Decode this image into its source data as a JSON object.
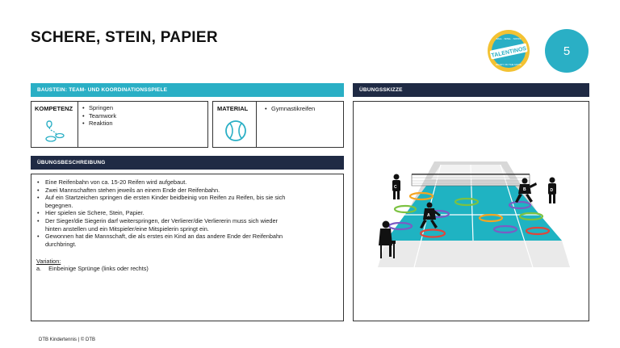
{
  "header": {
    "title": "SCHERE, STEIN, PAPIER",
    "page_number": "5",
    "logo_text": "TALENTINOS",
    "logo_tagline_top": "BALL · SPIEL · SPASS",
    "logo_tagline_bottom": "READY ON THE MOVE"
  },
  "baustein_bar": "BAUSTEIN: TEAM- UND KOORDINATIONSSPIELE",
  "kompetenz": {
    "label": "KOMPETENZ",
    "items": [
      "Springen",
      "Teamwork",
      "Reaktion"
    ]
  },
  "material": {
    "label": "MATERIAL",
    "items": [
      "Gymnastikreifen"
    ]
  },
  "beschreibung": {
    "bar": "ÜBUNGSBESCHREIBUNG",
    "items": [
      "Eine Reifenbahn von ca. 15-20 Reifen wird aufgebaut.",
      "Zwei Mannschaften stehen jeweils an einem Ende der Reifenbahn.",
      "Auf ein Startzeichen springen die ersten Kinder beidbeinig von Reifen zu Reifen, bis sie sich begegnen.",
      "Hier spielen sie Schere, Stein, Papier.",
      "Der Sieger/die Siegerin darf weiterspringen, der Verlierer/die Verliererin muss sich wieder hinten anstellen und ein Mitspieler/eine Mitspielerin springt ein.",
      " Gewonnen hat die Mannschaft, die als erstes ein Kind an das andere Ende der Reifenbahn durchbringt."
    ],
    "variation_label": "Variation:",
    "variation_item_prefix": "a.",
    "variation_item": "Einbeinige Sprünge (links oder rechts)"
  },
  "skizze": {
    "bar": "ÜBUNGSSKIZZE",
    "player_labels": [
      "C",
      "A",
      "B",
      "D"
    ]
  },
  "footer": "DTB Kindertennis  |  © DTB",
  "colors": {
    "teal": "#2aafc5",
    "navy": "#1f2a44",
    "court_teal": "#1fb3c2",
    "hoop_orange": "#f5a623",
    "hoop_purple": "#7b5cc4",
    "hoop_green": "#7cc242",
    "hoop_red": "#e0453a"
  }
}
